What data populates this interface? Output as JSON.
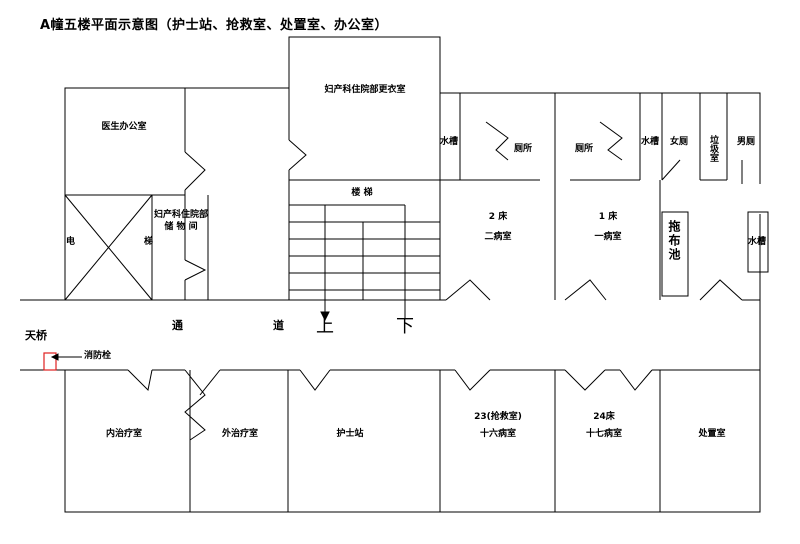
{
  "title": "A幢五楼平面示意图（护士站、抢救室、处置室、办公室）",
  "rooms": {
    "changing": "妇产科住院部更衣室",
    "doctor_office": "医生办公室",
    "elevator_left": "电",
    "elevator_right": "梯",
    "storage_line1": "妇产科住院部",
    "storage_line2": "储 物 间",
    "stairs": "楼  梯",
    "water_tank_1": "水槽",
    "toilet_1": "厕所",
    "toilet_2": "厕所",
    "water_tank_2": "水槽",
    "female_toilet": "女厕",
    "garbage": "垃圾室",
    "male_toilet": "男厕",
    "ward2_bed": "2 床",
    "ward2_name": "二病室",
    "ward1_bed": "1 床",
    "ward1_name": "一病室",
    "mop_pool": "拖布池",
    "water_tank_3": "水槽",
    "internal_treatment": "内治疗室",
    "external_treatment": "外治疗室",
    "nurse_station": "护士站",
    "ward16_bed": "23(抢救室)",
    "ward16_name": "十六病室",
    "ward17_bed": "24床",
    "ward17_name": "十七病室",
    "disposal": "处置室"
  },
  "corridor": {
    "tong": "通",
    "dao": "道",
    "up": "上",
    "down": "下",
    "bridge": "天桥",
    "hydrant": "消防栓"
  },
  "colors": {
    "hydrant": "#e02020",
    "lines": "#000000"
  }
}
